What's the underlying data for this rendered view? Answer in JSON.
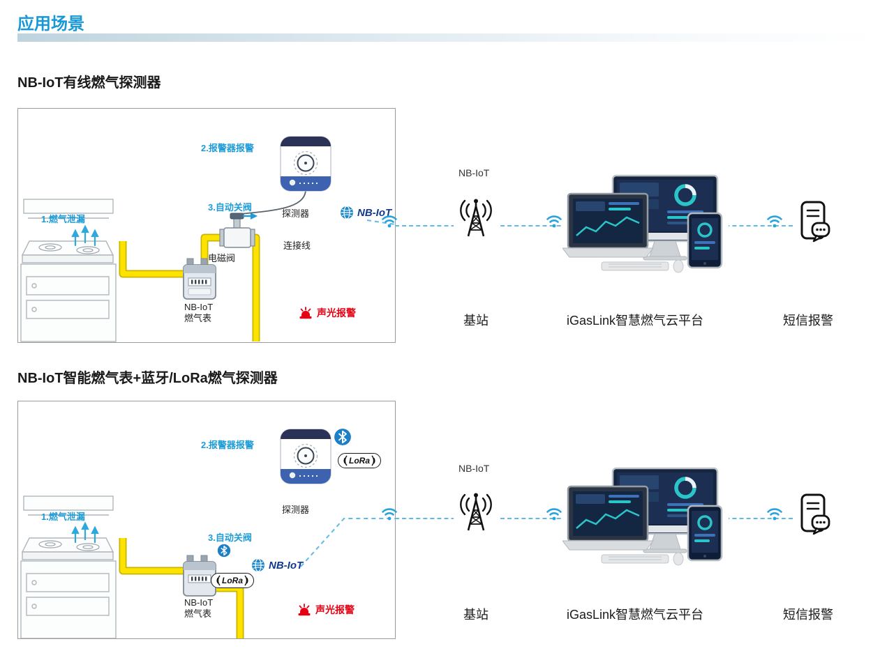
{
  "header": {
    "title": "应用场景"
  },
  "sections": [
    {
      "title": "NB-IoT有线燃气探测器",
      "diagram": {
        "step1": "1.燃气泄漏",
        "step2": "2.报警器报警",
        "step3": "3.自动关阀",
        "detector": "探测器",
        "cable": "连接线",
        "valve": "电磁阀",
        "meter": "NB-IoT\n燃气表",
        "alarm": "声光报警",
        "badge_nbiot": "NB-IoT"
      },
      "flow": {
        "network": "NB-IoT",
        "station": "基站",
        "platform": "iGasLink智慧燃气云平台",
        "sms": "短信报警"
      }
    },
    {
      "title": "NB-IoT智能燃气表+蓝牙/LoRa燃气探测器",
      "diagram": {
        "step1": "1.燃气泄漏",
        "step2": "2.报警器报警",
        "step3": "3.自动关阀",
        "detector": "探测器",
        "meter": "NB-IoT\n燃气表",
        "alarm": "声光报警",
        "badge_nbiot": "NB-IoT",
        "badge_lora": "LoRa"
      },
      "flow": {
        "network": "NB-IoT",
        "station": "基站",
        "platform": "iGasLink智慧燃气云平台",
        "sms": "短信报警"
      }
    }
  ],
  "colors": {
    "accent_blue": "#1E9CD7",
    "alert_red": "#E60012",
    "pipe_yellow": "#FFE300",
    "link_blue": "#5FBBE6",
    "badge_navy": "#123A8C"
  }
}
